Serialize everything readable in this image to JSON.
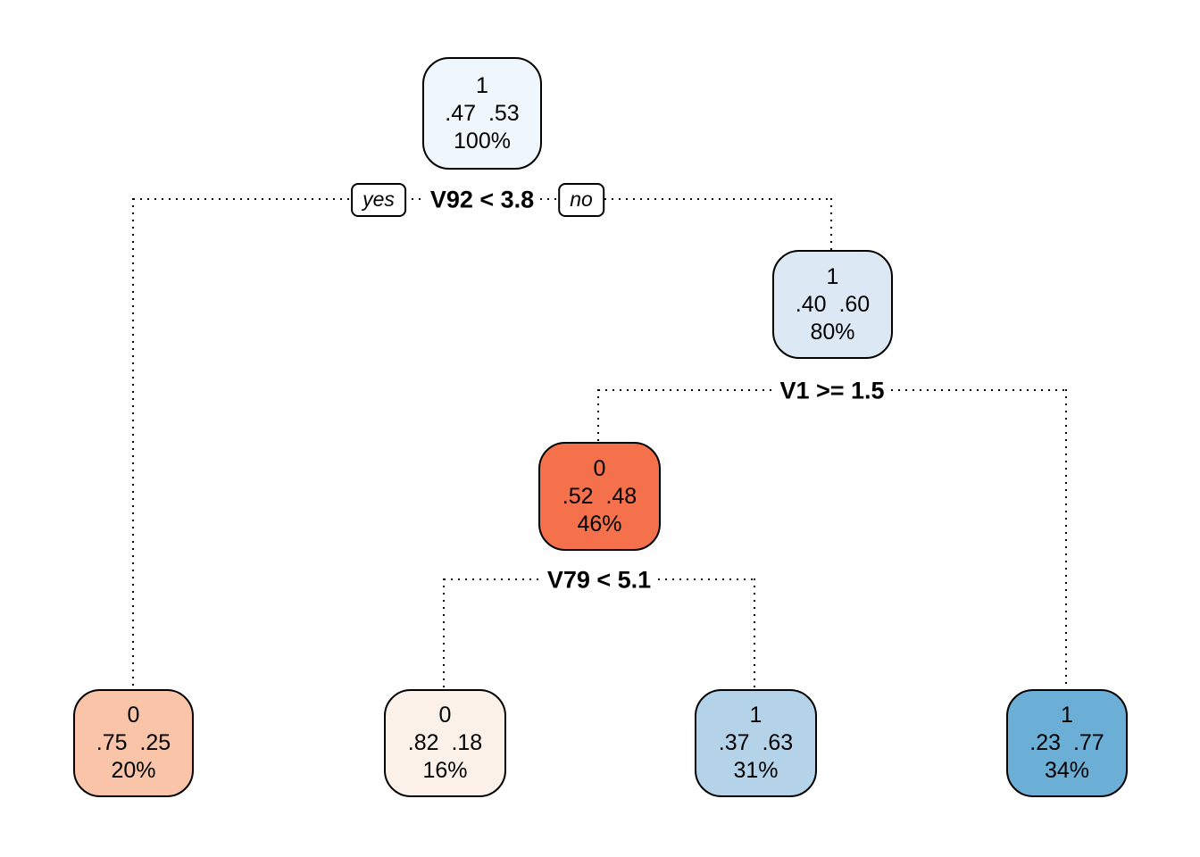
{
  "figure_type": "rpart-decision-tree",
  "colors": {
    "background": "#FFFFFF",
    "edge": "#000000",
    "node_border": "#000000",
    "split_label_bg": "#FFFFFF"
  },
  "tree": {
    "branch_labels": {
      "yes": "yes",
      "no": "no"
    },
    "splits": [
      {
        "label": "V92 < 3.8"
      },
      {
        "label": "V1 >= 1.5"
      },
      {
        "label": "V79 < 5.1"
      }
    ],
    "nodes": [
      {
        "id": "root",
        "class_label": "1",
        "probs": ".47  .53",
        "percent": "100%",
        "fill": "#EFF6FC"
      },
      {
        "id": "node-80",
        "class_label": "1",
        "probs": ".40  .60",
        "percent": "80%",
        "fill": "#DCE9F5"
      },
      {
        "id": "node-46",
        "class_label": "0",
        "probs": ".52  .48",
        "percent": "46%",
        "fill": "#F4714B"
      },
      {
        "id": "leaf-1",
        "class_label": "0",
        "probs": ".75  .25",
        "percent": "20%",
        "fill": "#F9C4A7"
      },
      {
        "id": "leaf-2",
        "class_label": "0",
        "probs": ".82  .18",
        "percent": "16%",
        "fill": "#FCF1E9"
      },
      {
        "id": "leaf-3",
        "class_label": "1",
        "probs": ".37  .63",
        "percent": "31%",
        "fill": "#B4D3E9"
      },
      {
        "id": "leaf-4",
        "class_label": "1",
        "probs": ".23  .77",
        "percent": "34%",
        "fill": "#6BAED6"
      }
    ]
  }
}
